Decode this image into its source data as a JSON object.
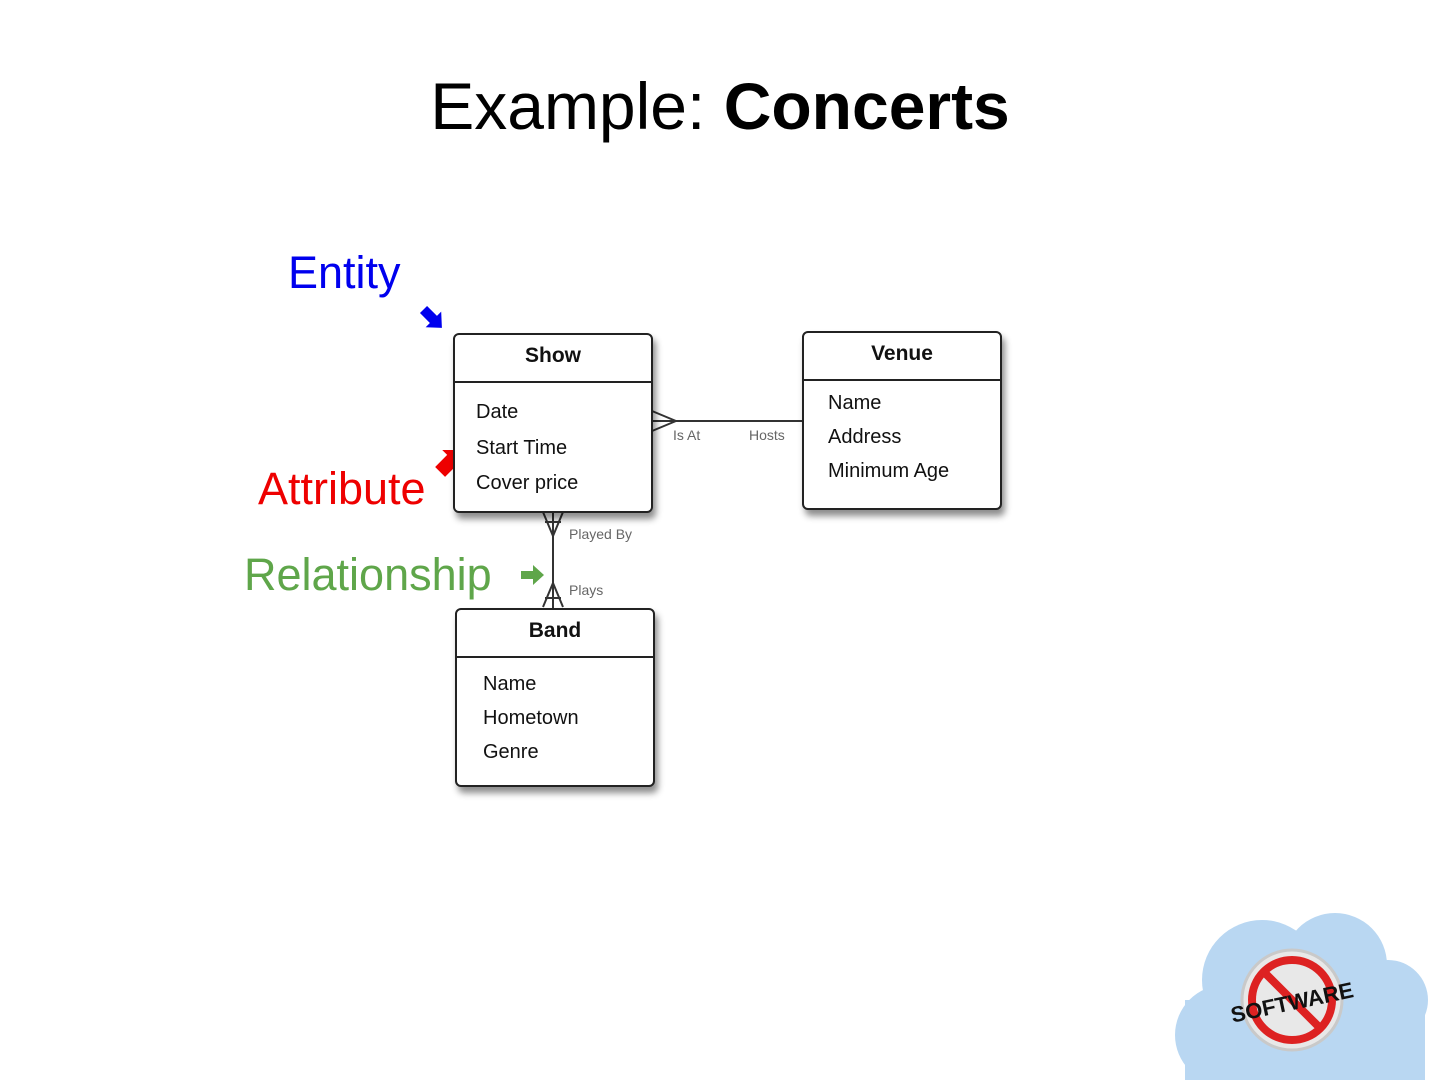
{
  "title": {
    "prefix": "Example: ",
    "main": "Concerts"
  },
  "annotations": {
    "entity": {
      "text": "Entity",
      "color": "#0000ee"
    },
    "attribute": {
      "text": "Attribute",
      "color": "#ee0000"
    },
    "relationship": {
      "text": "Relationship",
      "color": "#5fa64a"
    }
  },
  "entities": {
    "show": {
      "name": "Show",
      "attributes": [
        "Date",
        "Start Time",
        "Cover price"
      ]
    },
    "venue": {
      "name": "Venue",
      "attributes": [
        "Name",
        "Address",
        "Minimum Age"
      ]
    },
    "band": {
      "name": "Band",
      "attributes": [
        "Name",
        "Hometown",
        "Genre"
      ]
    }
  },
  "relationships": {
    "show_venue": {
      "from_label": "Is At",
      "to_label": "Hosts"
    },
    "show_band": {
      "from_label": "Played By",
      "to_label": "Plays"
    }
  },
  "logo": {
    "text": "SOFTWARE",
    "icon": "no-software-cloud-logo"
  }
}
